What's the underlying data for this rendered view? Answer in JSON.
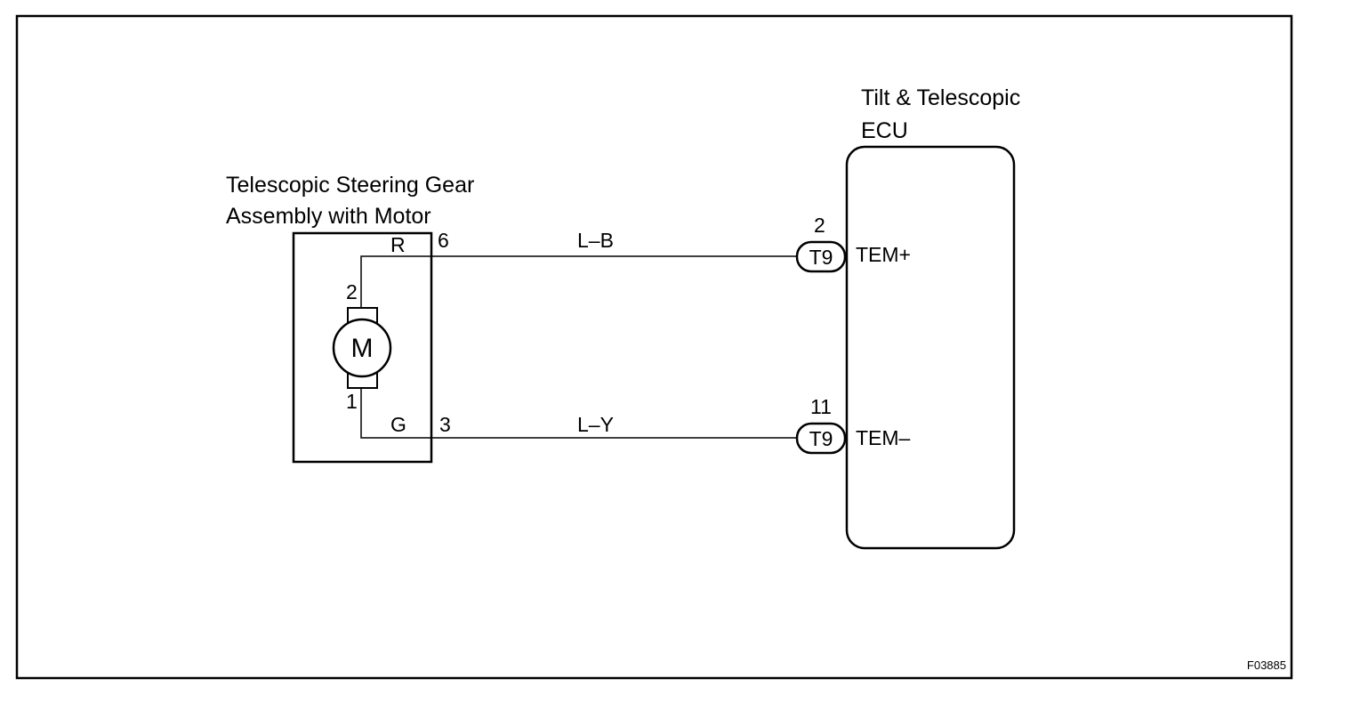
{
  "motor_assembly": {
    "title_line1": "Telescopic Steering Gear",
    "title_line2": "Assembly with Motor",
    "motor_symbol": "M",
    "pin_top": "2",
    "pin_bottom": "1",
    "wire_color_top": "R",
    "wire_color_bottom": "G",
    "terminal_top": "6",
    "terminal_bottom": "3"
  },
  "wires": {
    "top": "L–B",
    "bottom": "L–Y"
  },
  "ecu": {
    "title_line1": "Tilt & Telescopic",
    "title_line2": "ECU",
    "connector_top": {
      "pin": "2",
      "connector": "T9",
      "signal": "TEM+"
    },
    "connector_bottom": {
      "pin": "11",
      "connector": "T9",
      "signal": "TEM–"
    }
  },
  "figure_code": "F03885"
}
